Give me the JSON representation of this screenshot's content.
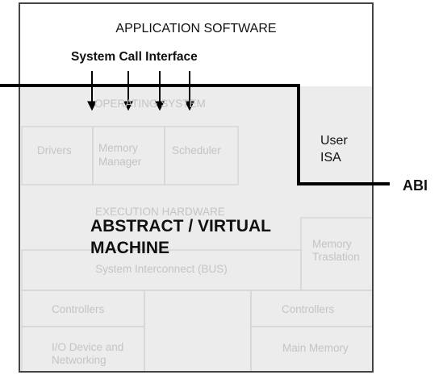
{
  "top_layer": {
    "title": "APPLICATION SOFTWARE"
  },
  "interface": {
    "label": "System Call Interface"
  },
  "os": {
    "title": "OPERATING SYSTEM",
    "drivers": "Drivers",
    "memory_manager": [
      "Memory",
      "Manager"
    ],
    "scheduler": "Scheduler"
  },
  "user_isa": [
    "User",
    "ISA"
  ],
  "abi": "ABI",
  "hardware": {
    "title": "EXECUTION HARDWARE",
    "overlay": [
      "ABSTRACT / VIRTUAL",
      "MACHINE"
    ],
    "memory_translation": [
      "Memory",
      "Traslation"
    ],
    "interconnect": "System Interconnect (BUS)",
    "controllers_left": "Controllers",
    "controllers_right": "Controllers",
    "io": [
      "I/O Device and",
      "Networking"
    ],
    "main_memory": "Main Memory"
  },
  "colors": {
    "outer_border": "#444444",
    "lower_fill": "#ececec",
    "faded_box_stroke": "#d6d6d6",
    "faded_text": "#c4c4c4",
    "line": "#000000"
  }
}
